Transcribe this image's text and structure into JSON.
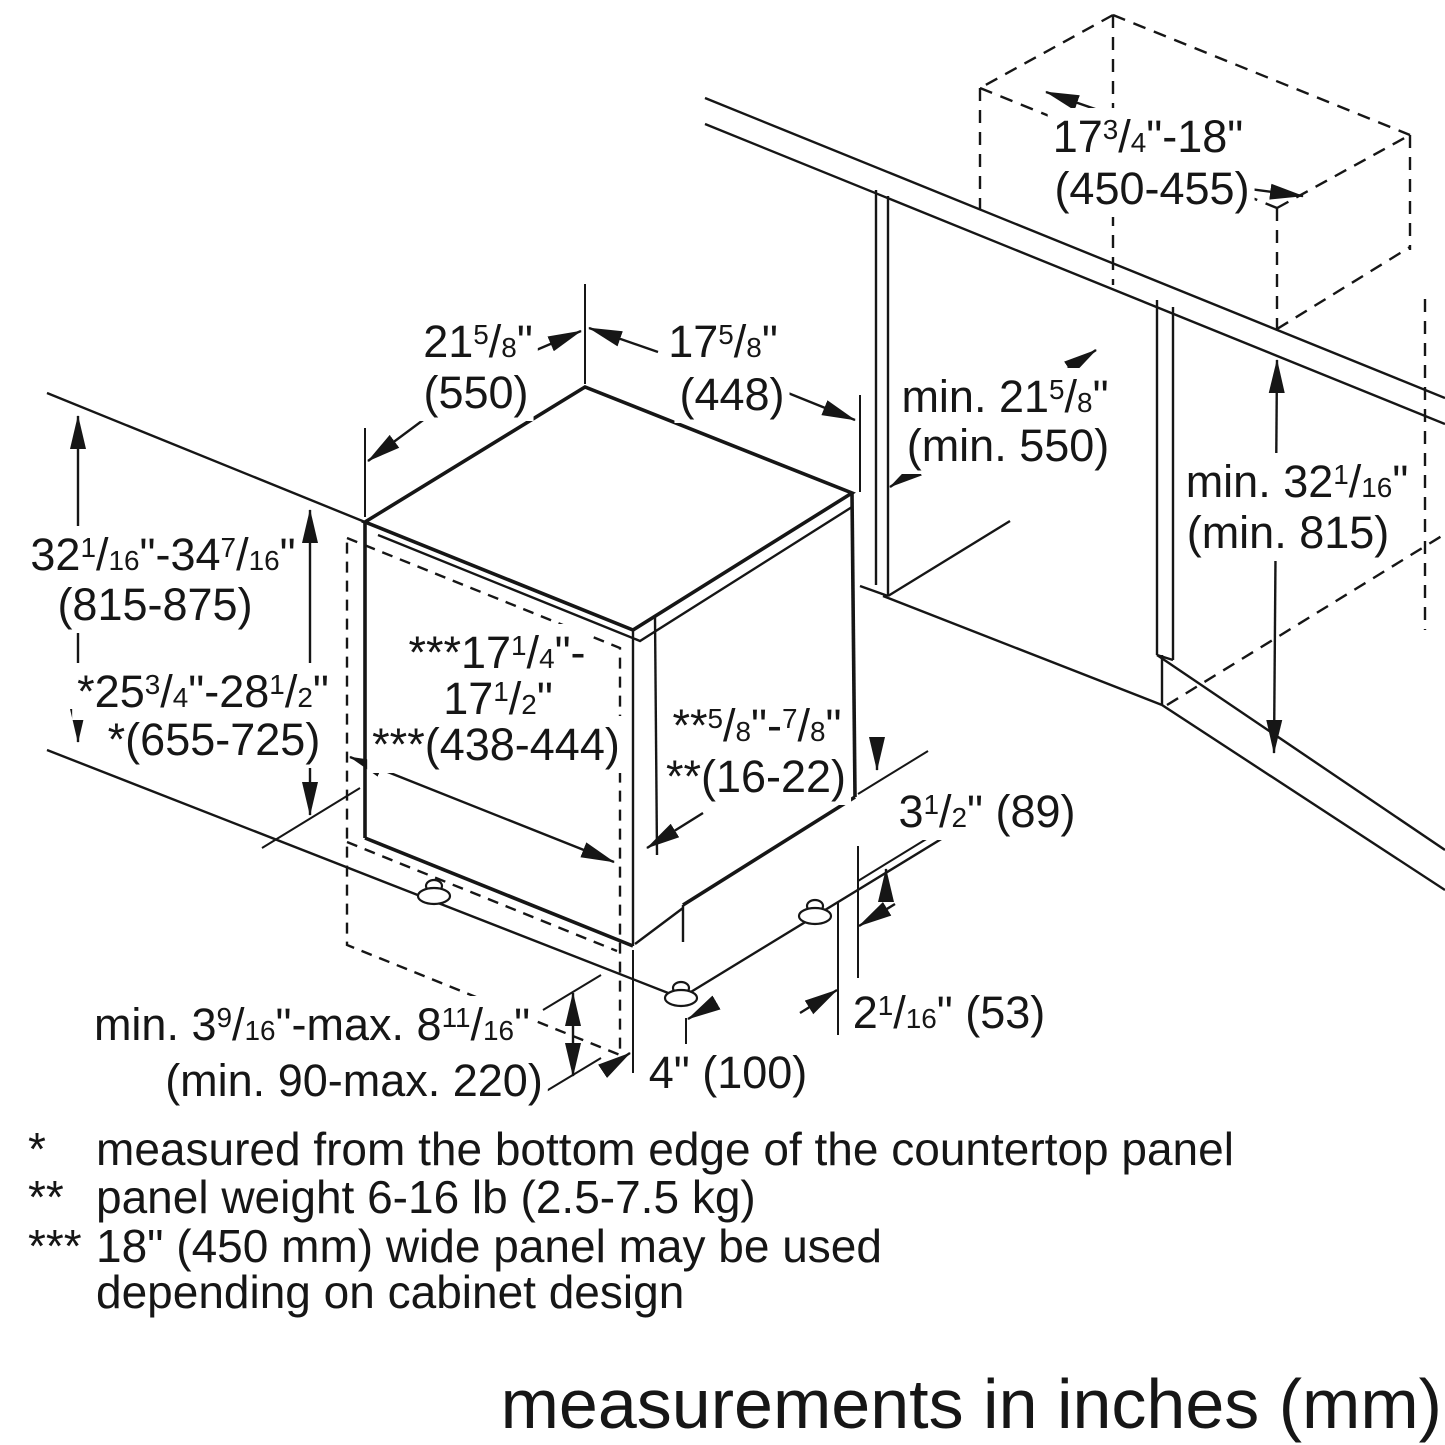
{
  "diagram": {
    "type": "appliance installation drawing",
    "units_note": "measurements in inches (mm)",
    "ink_color": "#161616",
    "background_color": "#ffffff",
    "dims": {
      "cabinet_width": {
        "inches": "17{3/4}\"-18\"",
        "mm": "(450-455)"
      },
      "dw_depth": {
        "inches": "21{5/8}\"",
        "mm": "(550)"
      },
      "dw_width": {
        "inches": "17{5/8}\"",
        "mm": "(448)"
      },
      "niche_depth": {
        "inches": "min. 21{5/8}\"",
        "mm": "(min. 550)"
      },
      "niche_height": {
        "inches": "min. 32{1/16}\"",
        "mm": "(min. 815)"
      },
      "counter_height": {
        "inches": "32{1/16}\"-34{7/16}\"",
        "mm": "(815-875)"
      },
      "panel_height": {
        "inches": "*25{3/4}\"-28{1/2}\"",
        "mm": "*(655-725)"
      },
      "panel_width": {
        "inches_a": "***17{1/4}\"-",
        "inches_b": "17{1/2}\"",
        "mm": "***(438-444)"
      },
      "panel_thickness": {
        "inches": "**{5/8}\"-{7/8}\"",
        "mm": "**(16-22)"
      },
      "toekick_height": {
        "text": "3{1/2}\" (89)"
      },
      "toekick_depth": {
        "text": "2{1/16}\" (53)"
      },
      "foot_inset": {
        "text": "4\" (100)"
      },
      "leg_range": {
        "inches": "min. 3{9/16}\"-max. 8{11/16}\"",
        "mm": "(min. 90-max. 220)"
      }
    },
    "footnotes": [
      {
        "marker": "*",
        "text": "measured from the bottom edge of the countertop panel"
      },
      {
        "marker": "**",
        "text": "panel weight 6-16 lb (2.5-7.5 kg)"
      },
      {
        "marker": "***",
        "text": "18\" (450 mm) wide panel may be used"
      },
      {
        "marker": "",
        "text": "depending on cabinet design"
      }
    ],
    "title": "measurements in inches (mm)"
  }
}
